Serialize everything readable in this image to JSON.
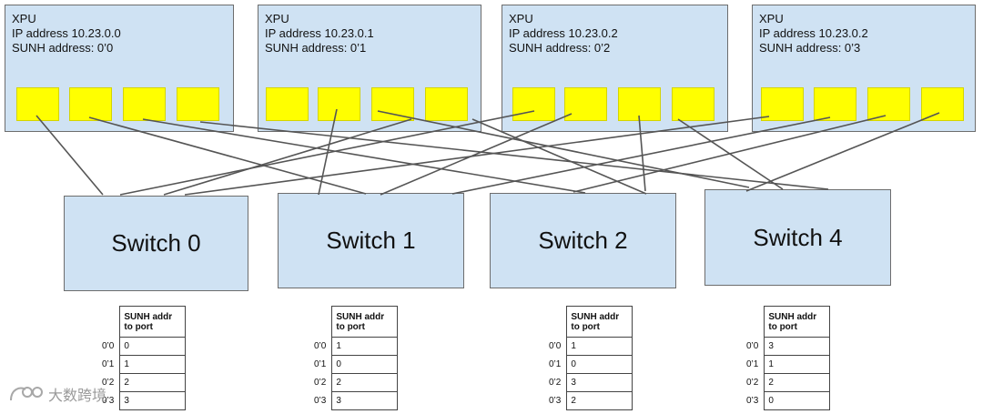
{
  "xpus": [
    {
      "title": "XPU",
      "ip": "IP address 10.23.0.0",
      "sunh": "SUNH address: 0’0"
    },
    {
      "title": "XPU",
      "ip": "IP address 10.23.0.1",
      "sunh": "SUNH address: 0’1"
    },
    {
      "title": "XPU",
      "ip": "IP address 10.23.0.2",
      "sunh": "SUNH address: 0’2"
    },
    {
      "title": "XPU",
      "ip": "IP address 10.23.0.2",
      "sunh": "SUNH address: 0’3"
    }
  ],
  "switches": [
    {
      "label": "Switch 0"
    },
    {
      "label": "Switch 1"
    },
    {
      "label": "Switch 2"
    },
    {
      "label": "Switch 4"
    }
  ],
  "tables": [
    {
      "header": "SUNH addr to port",
      "rows": [
        {
          "key": "0’0",
          "value": "0"
        },
        {
          "key": "0’1",
          "value": "1"
        },
        {
          "key": "0’2",
          "value": "2"
        },
        {
          "key": "0’3",
          "value": "3"
        }
      ]
    },
    {
      "header": "SUNH addr to port",
      "rows": [
        {
          "key": "0’0",
          "value": "1"
        },
        {
          "key": "0’1",
          "value": "0"
        },
        {
          "key": "0’2",
          "value": "2"
        },
        {
          "key": "0’3",
          "value": "3"
        }
      ]
    },
    {
      "header": "SUNH addr to port",
      "rows": [
        {
          "key": "0’0",
          "value": "1"
        },
        {
          "key": "0’1",
          "value": "0"
        },
        {
          "key": "0’2",
          "value": "3"
        },
        {
          "key": "0’3",
          "value": "2"
        }
      ]
    },
    {
      "header": "SUNH addr to port",
      "rows": [
        {
          "key": "0’0",
          "value": "3"
        },
        {
          "key": "0’1",
          "value": "1"
        },
        {
          "key": "0’2",
          "value": "2"
        },
        {
          "key": "0’3",
          "value": "0"
        }
      ]
    }
  ],
  "watermark": {
    "text": "大数跨境"
  },
  "colors": {
    "box_fill": "#cfe2f3",
    "port_fill": "#ffff00",
    "wire": "#555555",
    "border": "#6d6d6d"
  }
}
